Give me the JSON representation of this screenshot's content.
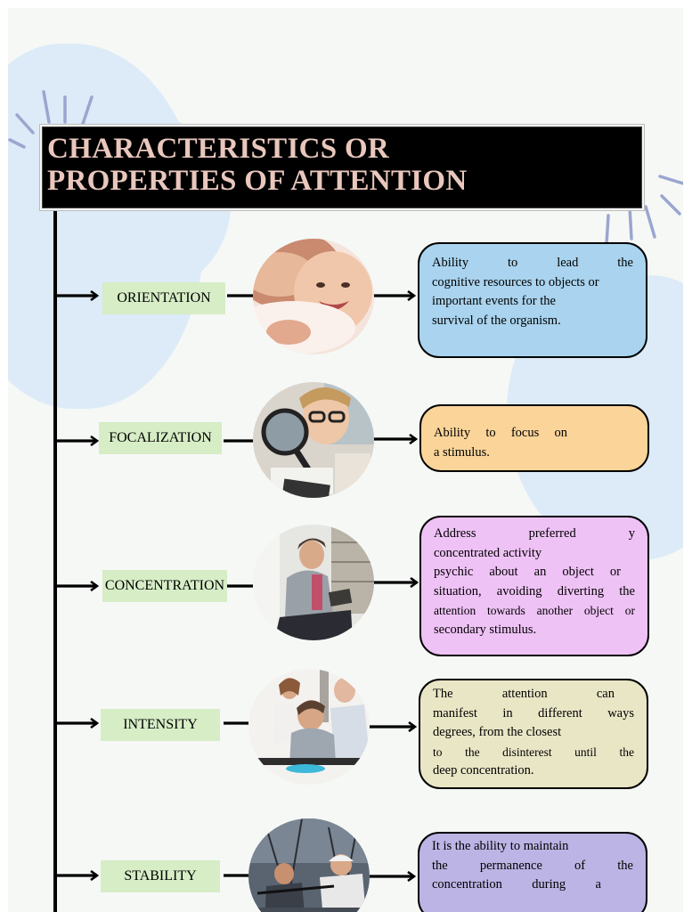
{
  "title": "CHARACTERISTICS  OR\nPROPERTIES OF ATTENTION",
  "colors": {
    "title_bg": "#000000",
    "title_text": "#e9c7bd",
    "label_bg": "#d6edc6",
    "blob": "#dcebf7",
    "ray": "#9aa6cf"
  },
  "items": [
    {
      "label": "ORIENTATION",
      "photo": "mother-and-baby photo",
      "color": "#a9d3ee",
      "lines": [
        "Ability to lead the",
        "cognitive resources to objects or",
        "important events for the",
        "survival of the organism."
      ]
    },
    {
      "label": "FOCALIZATION",
      "photo": "person-with-magnifying-glass photo",
      "color": "#fbd49a",
      "lines": [
        "Ability to focus on",
        "a stimulus."
      ]
    },
    {
      "label": "CONCENTRATION",
      "photo": "student-reading-in-library photo",
      "color": "#efc2f6",
      "lines": [
        "Address preferred y",
        "concentrated activity",
        "psychic about an object or",
        "situation, avoiding diverting the",
        "attention towards another object or",
        "secondary stimulus."
      ]
    },
    {
      "label": "INTENSITY",
      "photo": "students-in-classroom photo",
      "color": "#e9e6c6",
      "lines": [
        "The attention can",
        "manifest in different ways",
        "degrees, from the closest",
        "to the disinterest until the",
        "deep concentration."
      ]
    },
    {
      "label": "STABILITY",
      "photo": "archers-aiming photo",
      "color": "#bbb4e4",
      "lines": [
        "It is the ability to maintain",
        "the permanence of the",
        "concentration during a"
      ]
    }
  ]
}
